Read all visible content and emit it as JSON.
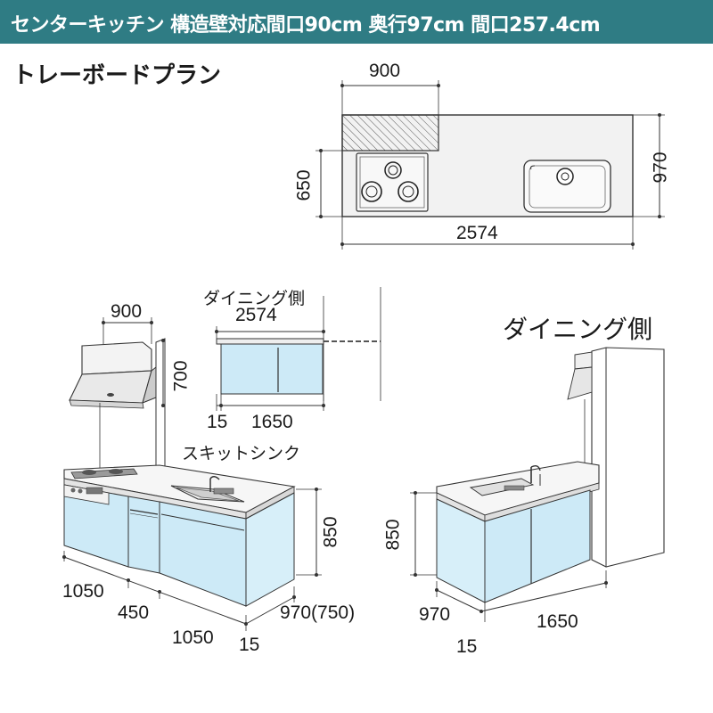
{
  "header": {
    "title": "センターキッチン 構造壁対応間口90cm 奥行97cm 間口257.4cm",
    "bg_color": "#2f7c84"
  },
  "plan": {
    "title": "トレーボードプラン",
    "dim_wall_width": "900",
    "dim_total_width": "2574",
    "dim_depth": "970",
    "dim_cooktop_depth": "650"
  },
  "elevation": {
    "dim_hood_width": "900",
    "dim_hood_height": "700",
    "dining_side_label": "ダイニング側",
    "dim_board_width": "2574",
    "dim_board_gap": "15",
    "dim_board_cabinet": "1650",
    "sink_label": "スキットシンク",
    "dim_height": "850",
    "dim_seg_left": "1050",
    "dim_seg_mid": "450",
    "dim_seg_right": "1050",
    "dim_end_gap": "15",
    "dim_depth_alt": "970(750)"
  },
  "dining_view": {
    "title": "ダイニング側",
    "dim_height": "850",
    "dim_depth": "970",
    "dim_width": "1650",
    "dim_gap": "15"
  },
  "colors": {
    "cabinet_blue": "#cdeaf7",
    "counter": "#ffffff",
    "wall": "#ffffff"
  }
}
